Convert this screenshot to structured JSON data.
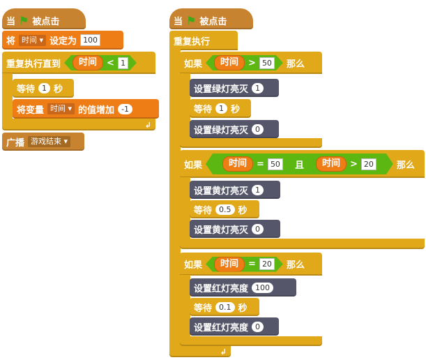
{
  "left": {
    "hat": {
      "when": "当",
      "clicked": "被点击"
    },
    "set": {
      "label": "将",
      "var": "时间",
      "to": "设定为",
      "value": "100"
    },
    "repeat_until": {
      "label": "重复执行直到",
      "var": "时间",
      "op": "<",
      "value": "1"
    },
    "wait": {
      "label": "等待",
      "value": "1",
      "unit": "秒"
    },
    "change": {
      "label": "将变量",
      "var": "时间",
      "text": "的值增加",
      "value": "-1"
    },
    "broadcast": {
      "label": "广播",
      "message": "游戏结束"
    }
  },
  "right": {
    "hat": {
      "when": "当",
      "clicked": "被点击"
    },
    "forever": "重复执行",
    "if1": {
      "if": "如果",
      "var": "时间",
      "op": ">",
      "value": "50",
      "then": "那么",
      "b1": {
        "label": "设置绿灯亮灭",
        "value": "1"
      },
      "wait": {
        "label": "等待",
        "value": "1",
        "unit": "秒"
      },
      "b2": {
        "label": "设置绿灯亮灭",
        "value": "0"
      }
    },
    "if2": {
      "if": "如果",
      "var1": "时间",
      "op1": "=",
      "value1": "50",
      "and": "且",
      "var2": "时间",
      "op2": ">",
      "value2": "20",
      "then": "那么",
      "b1": {
        "label": "设置黄灯亮灭",
        "value": "1"
      },
      "wait": {
        "label": "等待",
        "value": "0.5",
        "unit": "秒"
      },
      "b2": {
        "label": "设置黄灯亮灭",
        "value": "0"
      }
    },
    "if3": {
      "if": "如果",
      "var": "时间",
      "op": "=",
      "value": "20",
      "then": "那么",
      "b1": {
        "label": "设置红灯亮度",
        "value": "100"
      },
      "wait": {
        "label": "等待",
        "value": "0.1",
        "unit": "秒"
      },
      "b2": {
        "label": "设置红灯亮度",
        "value": "0"
      }
    }
  },
  "colors": {
    "events": "#C88330",
    "control": "#E1A91A",
    "data": "#EE7D16",
    "operators": "#5CB712",
    "custom": "#55566A"
  }
}
